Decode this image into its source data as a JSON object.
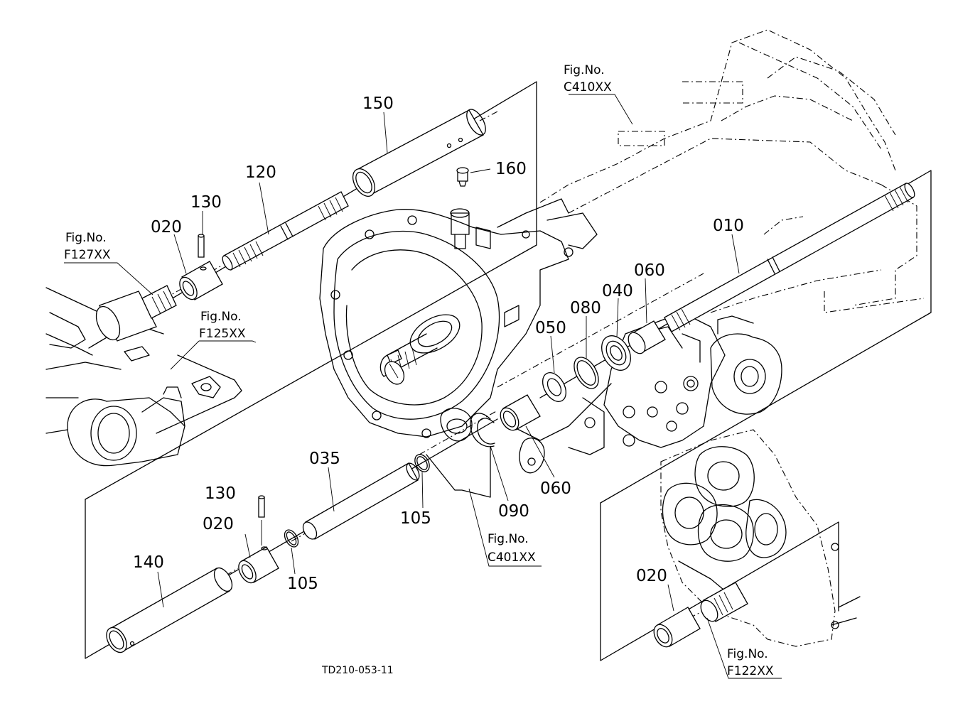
{
  "parts": {
    "p150": "150",
    "p160": "160",
    "p120": "120",
    "p130a": "130",
    "p020a": "020",
    "p010": "010",
    "p060a": "060",
    "p040": "040",
    "p080": "080",
    "p050": "050",
    "p035": "035",
    "p105a": "105",
    "p090": "090",
    "p060b": "060",
    "p130b": "130",
    "p020b": "020",
    "p105b": "105",
    "p140": "140",
    "p020c": "020"
  },
  "figrefs": {
    "c410_label": "Fig.No.",
    "c410_code": "C410XX",
    "f127_label": "Fig.No.",
    "f127_code": "F127XX",
    "f125_label": "Fig.No.",
    "f125_code": "F125XX",
    "c401_label": "Fig.No.",
    "c401_code": "C401XX",
    "f122_label": "Fig.No.",
    "f122_code": "F122XX"
  },
  "drawing_code": "TD210-053-11"
}
